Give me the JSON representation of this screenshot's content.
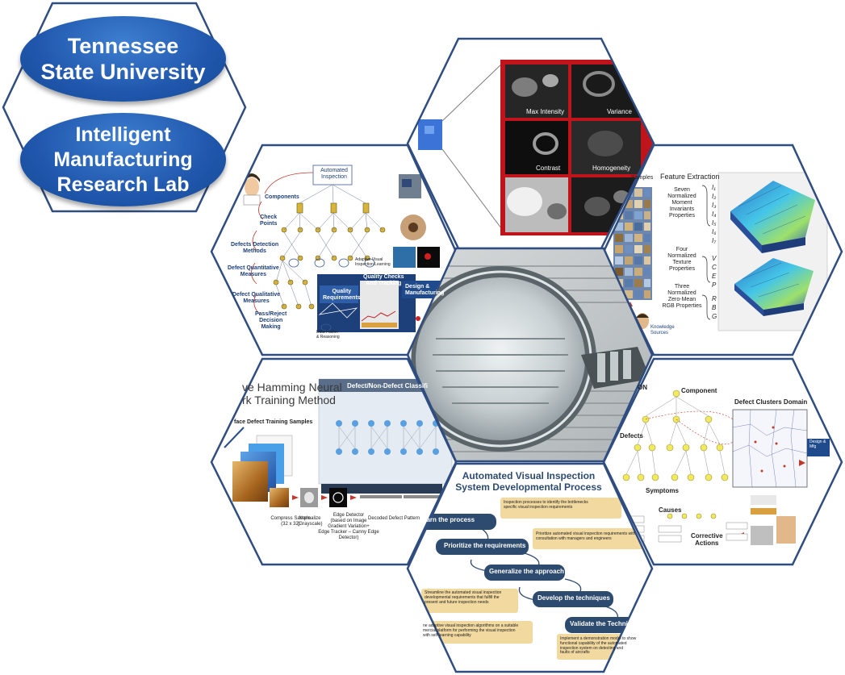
{
  "badges": {
    "university": "Tennessee\nState University",
    "lab": "Intelligent\nManufacturing\nResearch Lab"
  },
  "texture_panel": {
    "labels": [
      "Max Intensity",
      "Variance",
      "Contrast",
      "Homogeneity"
    ]
  },
  "inspection_hierarchy": {
    "title": "Automated\nInspection",
    "steps": [
      "Components",
      "Check\nPoints",
      "Defects Detection\nMethods",
      "Defect Quantitative\nMeasures",
      "Defect Qualitative\nMeasures",
      "Pass/Reject\nDecision\nMaking"
    ],
    "learning_label": "Adaptive Visual\nInspection Learning",
    "bottom_label": "Data Fusion\n& Reasoning",
    "quality_requirements": "Quality\nRequirements",
    "quality_checks": "Quality Checks\nAnd Tracking",
    "design_manufacturing": "Design &\nManufacturing"
  },
  "feature_extraction": {
    "title": "Feature Extraction",
    "samples_label": "Samples",
    "groups": [
      "Seven\nNormalized\nMoment\nInvariants\nProperties",
      "Four\nNormalized\nTexture\nProperties",
      "Three\nNormalized\nZero-Mean\nRGB Properties"
    ],
    "symbols_moment": [
      "I₁",
      "I₂",
      "I₃",
      "I₄",
      "I₅",
      "I₆",
      "I₇"
    ],
    "symbols_texture": [
      "V",
      "C",
      "E",
      "P"
    ],
    "symbols_rgb": [
      "R",
      "B",
      "G"
    ],
    "knowledge_label": "Knowledge\nSources"
  },
  "hamming": {
    "title": "ve Hamming Neural\nrk Training Method",
    "classifier_title": "Defect/Non-Defect Classifi",
    "training_label": "face Defect Training Samples",
    "steps": [
      "Compress Sample\n(32 x 32)",
      "Normalize\n(Grayscale)",
      "Edge Detector\n(based on Image\nGradient Variation+\nEdge Tracker – Canny Edge\nDetector)",
      "Decoded Defect Pattern"
    ]
  },
  "defect_clusters": {
    "top_label": "ON",
    "component_label": "Component",
    "domain_title": "Defect Clusters Domain",
    "defects_label": "Defects",
    "symptoms_label": "Symptoms",
    "causes_label": "Causes",
    "corrective_label": "Corrective\nActions",
    "design_label": "Design &\nMfg"
  },
  "process": {
    "title": "Automated Visual Inspection\nSystem Developmental Process",
    "steps": [
      "earn the process",
      "Prioritize the requirements",
      "Generalize the approach",
      "Develop the techniques",
      "Validate the Techni"
    ],
    "notes": [
      "Inspection processes to identify the bottlenecks\nspecific visual inspection requirements",
      "Prioritize automated visual inspection requirements with\nconsultation with managers and engineers",
      "Streamline the automated visual inspection\ndevelopmental requirements that fulfill the\npresent and future inspection needs",
      "ne adaptive visual inspection algorithms on a suitable\nmercial platform for performing the visual inspection\nwith self-learning capability",
      "Implement a demonstration model to show\nfunctional capability of the automated\ninspection system on detecting and\nfaults of aircrafts"
    ]
  },
  "colors": {
    "hex_border": "#2f4d80",
    "oval_blue": "#2057ad",
    "process_box": "#2d4a6f",
    "note_fill": "#f2d9a0",
    "texture_frame": "#c0141c"
  }
}
